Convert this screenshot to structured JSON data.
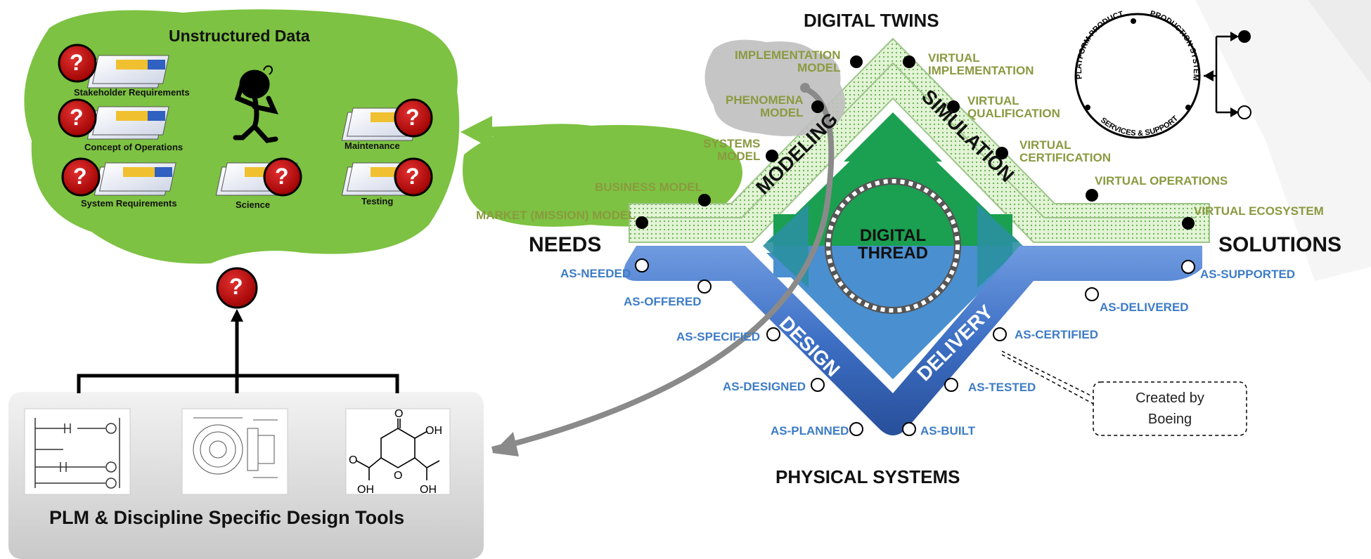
{
  "unstructured": {
    "title": "Unstructured Data",
    "docs": [
      {
        "label": "Stakeholder Requirements"
      },
      {
        "label": "Concept of Operations"
      },
      {
        "label": "System Requirements"
      },
      {
        "label": "Science"
      },
      {
        "label": "Maintenance"
      },
      {
        "label": "Testing"
      }
    ],
    "question_mark": "?"
  },
  "plm": {
    "title": "PLM & Discipline Specific Design Tools",
    "molecule_labels": [
      "O",
      "OH",
      "OH",
      "O",
      "OH",
      "O"
    ]
  },
  "diagram": {
    "top_title": "DIGITAL TWINS",
    "bottom_title": "PHYSICAL SYSTEMS",
    "left_title": "NEEDS",
    "right_title": "SOLUTIONS",
    "center_line1": "DIGITAL",
    "center_line2": "THREAD",
    "arm_modeling": "MODELING",
    "arm_simulation": "SIMULATION",
    "arm_design": "DESIGN",
    "arm_delivery": "DELIVERY",
    "model_labels": {
      "market": "MARKET (MISSION) MODEL",
      "business": "BUSINESS MODEL",
      "systems_1": "SYSTEMS",
      "systems_2": "MODEL",
      "phenomena_1": "PHENOMENA",
      "phenomena_2": "MODEL",
      "implementation_1": "IMPLEMENTATION",
      "implementation_2": "MODEL",
      "virtual_impl_1": "VIRTUAL",
      "virtual_impl_2": "IMPLEMENTATION",
      "virtual_qual_1": "VIRTUAL",
      "virtual_qual_2": "QUALIFICATION",
      "virtual_cert_1": "VIRTUAL",
      "virtual_cert_2": "CERTIFICATION",
      "virtual_ops": "VIRTUAL OPERATIONS",
      "virtual_eco": "VIRTUAL ECOSYSTEM"
    },
    "as_labels": {
      "needed": "AS-NEEDED",
      "offered": "AS-OFFERED",
      "specified": "AS-SPECIFIED",
      "designed": "AS-DESIGNED",
      "planned": "AS-PLANNED",
      "built": "AS-BUILT",
      "tested": "AS-TESTED",
      "certified": "AS-CERTIFIED",
      "delivered": "AS-DELIVERED",
      "supported": "AS-SUPPORTED"
    },
    "ring_words": [
      "PLATFORM PRODUCT",
      "PRODUCTION SYSTEM",
      "SERVICES & SUPPORT"
    ],
    "boeing_note_1": "Created by",
    "boeing_note_2": "Boeing"
  },
  "colors": {
    "green_cloud": "#7dc242",
    "green_arrow": "#1aa050",
    "blue_arrow": "#4a8fd0",
    "blue_band": "#3d6fc4",
    "olive_text": "#8a9a40",
    "blue_text": "#3d7cc6",
    "question_red": "#c00000"
  }
}
